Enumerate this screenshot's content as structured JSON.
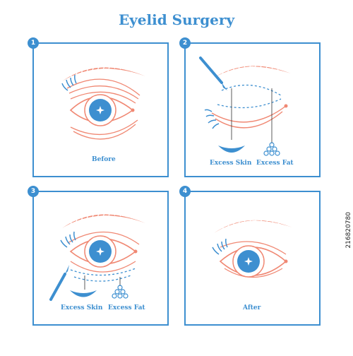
{
  "title": "Eyelid Surgery",
  "panels": [
    {
      "number": "1",
      "labels": [
        "Before"
      ]
    },
    {
      "number": "2",
      "labels": [
        "Excess Skin",
        "Excess Fat"
      ]
    },
    {
      "number": "3",
      "labels": [
        "Excess Skin",
        "Excess Fat"
      ]
    },
    {
      "number": "4",
      "labels": [
        "After"
      ]
    }
  ],
  "stock_id": "216820780",
  "colors": {
    "blue": "#3d8fd0",
    "coral": "#f08873",
    "label": "#3d8fd0",
    "background": "#ffffff"
  }
}
